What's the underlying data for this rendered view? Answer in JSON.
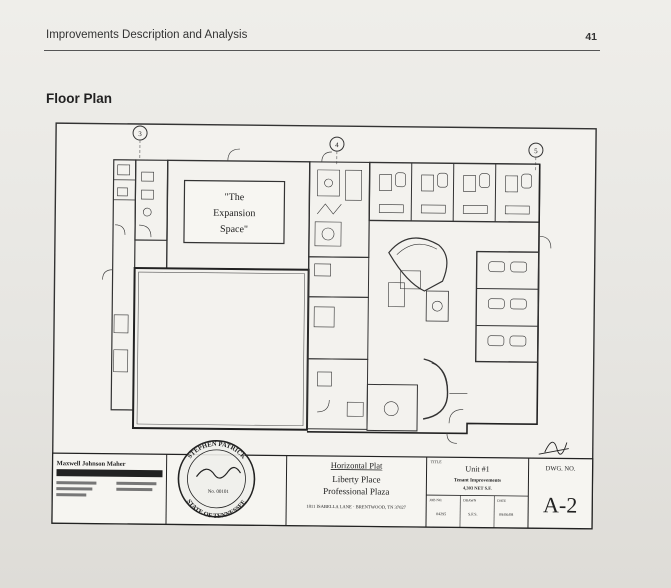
{
  "header": {
    "title": "Improvements Description and Analysis",
    "page_number": "41"
  },
  "section": {
    "title": "Floor Plan"
  },
  "plan": {
    "grid_markers": [
      "3",
      "4",
      "5"
    ],
    "expansion_label": [
      "\"The",
      "Expansion",
      "Space\""
    ]
  },
  "title_block": {
    "firm_name": "Maxwell Johnson Maher",
    "seal_top": "STEPHEN PATRICK",
    "seal_bottom": "STATE OF TENNESSEE",
    "seal_number": "No. 00101",
    "project_type": "Horizontal Plat",
    "project_name_1": "Liberty Place",
    "project_name_2": "Professional Plaza",
    "address": "1811 ISABELLA LANE · BRENTWOOD, TN 37027",
    "title_caption": "TITLE",
    "unit": "Unit #1",
    "description_1": "Tenant Improvements",
    "description_2": "4,303 NET S.F.",
    "job_no_label": "JOB NO.",
    "job_no": "04295",
    "drawn_label": "DRAWN",
    "drawn": "S.F.S.",
    "date_label": "DATE",
    "date": "09/06/08",
    "dwg_label": "DWG. NO.",
    "dwg_number": "A-2"
  }
}
